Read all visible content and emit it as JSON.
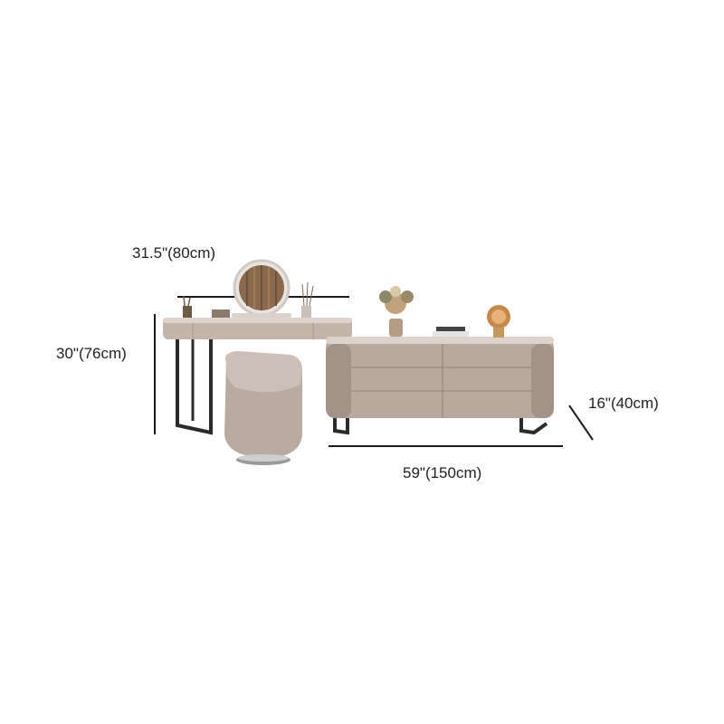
{
  "dimensions": {
    "vanity_width": "31.5\"(80cm)",
    "height": "30\"(76cm)",
    "depth": "16\"(40cm)",
    "cabinet_length": "59\"(150cm)"
  },
  "colors": {
    "furniture": "#b8a89e",
    "furniture_dark": "#a39287",
    "top": "#d9cfc8",
    "metal": "#2b2b2e",
    "line": "#1a1a1a"
  }
}
